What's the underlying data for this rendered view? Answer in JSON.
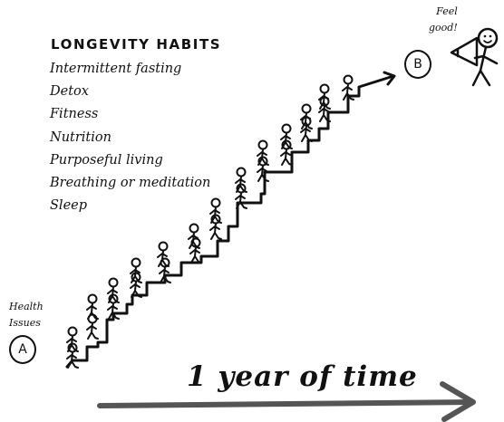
{
  "title": "LONGEVITY HABITS",
  "habits": [
    "Intermittent fasting",
    "Detox",
    "Fitness",
    "Nutrition",
    "Purposeful living",
    "Breathing or meditation",
    "Sleep"
  ],
  "start": {
    "label_line1": "Health",
    "label_line2": "Issues",
    "marker": "A"
  },
  "end": {
    "label_line1": "Feel",
    "label_line2": "good!",
    "marker": "B"
  },
  "timeline_label": "1 year of time",
  "icons": [
    "stick-figure-icon",
    "happy-stick-figure-icon",
    "megaphone-icon",
    "arrow-right-icon"
  ]
}
